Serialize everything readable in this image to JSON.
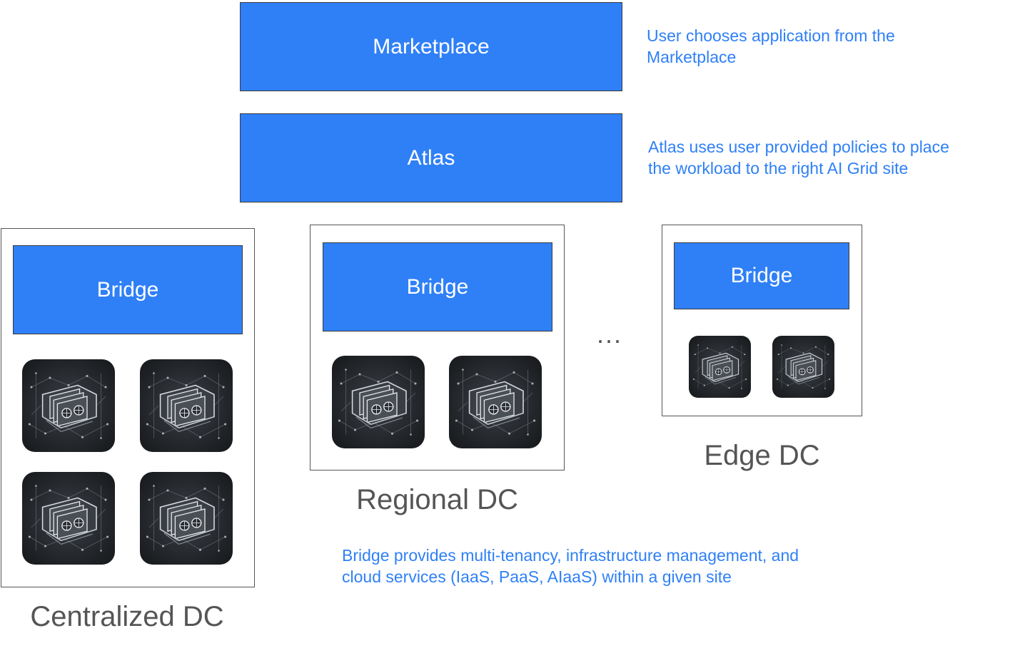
{
  "layers": {
    "marketplace_label": "Marketplace",
    "atlas_label": "Atlas"
  },
  "notes": {
    "marketplace_line1": "User chooses application from the",
    "marketplace_line2": "Marketplace",
    "atlas_line1": "Atlas uses user provided policies to place",
    "atlas_line2": "the workload to the right AI Grid site",
    "bridge_line1": "Bridge provides multi-tenancy, infrastructure management, and",
    "bridge_line2": "cloud services (IaaS, PaaS, AIaaS) within a given site"
  },
  "sites": {
    "centralized": {
      "bridge_label": "Bridge",
      "name": "Centralized DC",
      "gpu_servers": 4
    },
    "regional": {
      "bridge_label": "Bridge",
      "name": "Regional DC",
      "gpu_servers": 2
    },
    "edge": {
      "bridge_label": "Bridge",
      "name": "Edge DC",
      "gpu_servers": 2
    }
  },
  "ellipsis": "...",
  "colors": {
    "accent": "#2f80f7",
    "label_gray": "#555555",
    "tile_dark": "#24272b"
  },
  "icons": {
    "gpu_server": "gpu-server-icon"
  }
}
